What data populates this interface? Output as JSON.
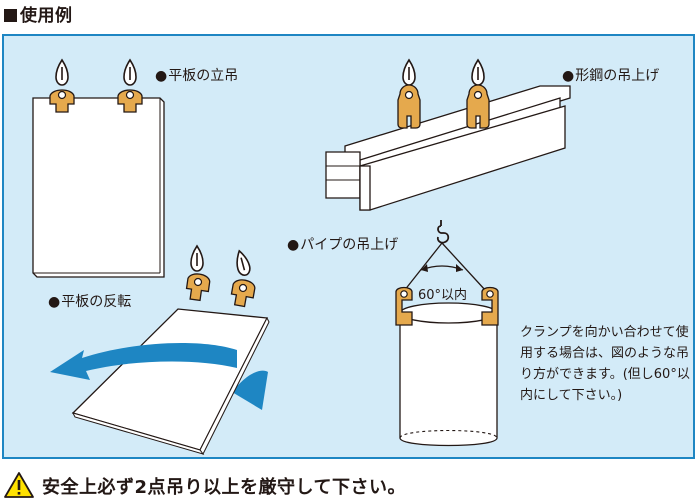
{
  "title": "使用例",
  "labels": {
    "plate_vertical": "平板の立吊",
    "shape_steel": "形鋼の吊上げ",
    "pipe": "パイプの吊上げ",
    "plate_flip": "平板の反転"
  },
  "bullet": "●",
  "angle_label": "60°以内",
  "note": "クランプを向かい合わせて使用する場合は、図のような吊り方ができます。(但し60°以内にして下さい。)",
  "warning": "安全上必ず2点吊り以上を厳守して下さい。",
  "colors": {
    "panel_bg": "#d3ebf8",
    "panel_border": "#1e86c3",
    "clamp": "#e5a94d",
    "arrow": "#1e86c3",
    "warning_fill": "#ffe100"
  }
}
